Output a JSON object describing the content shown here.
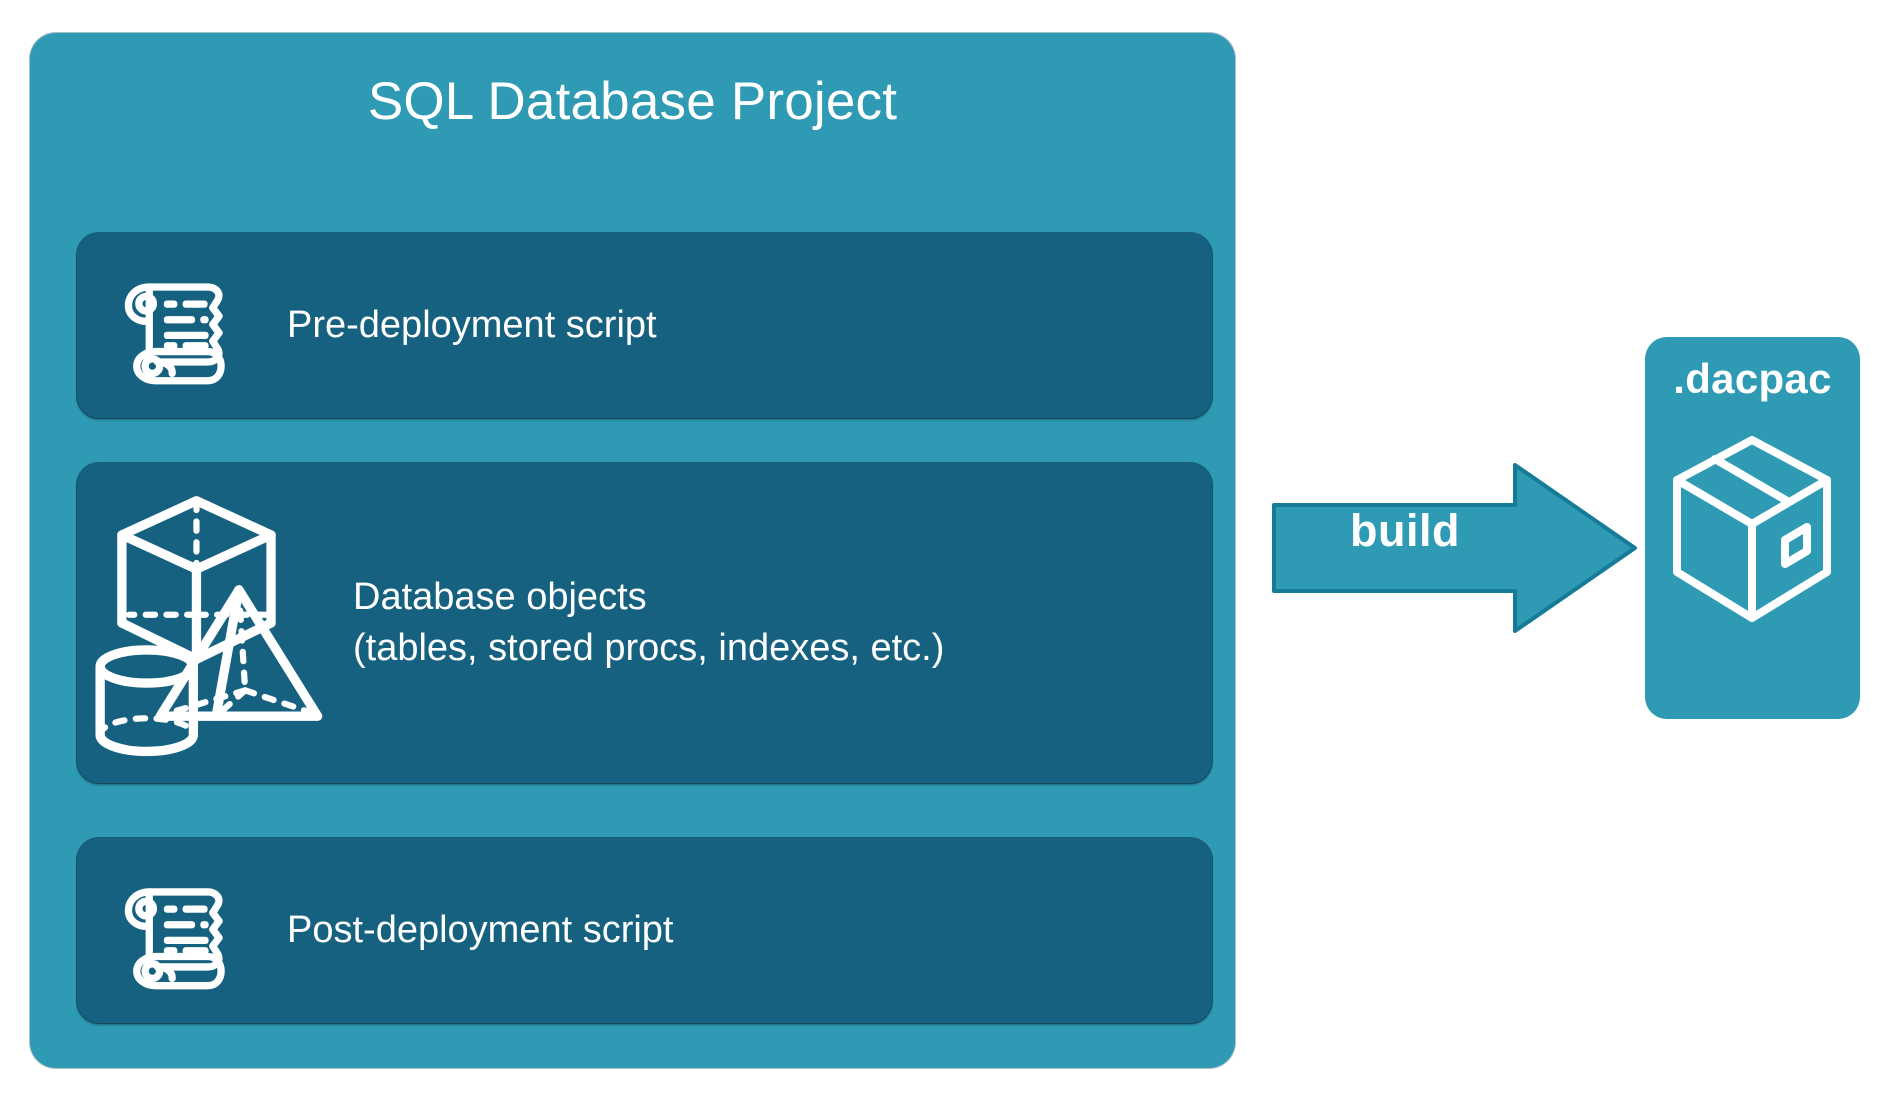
{
  "diagram": {
    "title_semantic": "SQL Database Project build to dacpac",
    "background_color": "#ffffff"
  },
  "project": {
    "title": "SQL Database Project",
    "card_color": "#2e9ab4",
    "row_color": "#15617f",
    "text_color": "#ffffff",
    "rows": [
      {
        "id": "pre-deployment",
        "label": "Pre-deployment script",
        "icon": "scroll-icon"
      },
      {
        "id": "database-objects",
        "label": "Database objects\n(tables, stored procs, indexes, etc.)",
        "line1": "Database objects",
        "line2": "(tables, stored procs, indexes, etc.)",
        "icons": [
          "cube-icon",
          "pyramid-icon",
          "cylinder-icon"
        ]
      },
      {
        "id": "post-deployment",
        "label": "Post-deployment script",
        "icon": "scroll-icon"
      }
    ]
  },
  "arrow": {
    "label": "build",
    "fill_color": "#2e9ab4",
    "stroke_color": "#157b96",
    "direction": "right"
  },
  "output": {
    "title": ".dacpac",
    "card_color": "#2e9ab4",
    "icon": "package-box-icon",
    "text_color": "#ffffff"
  }
}
